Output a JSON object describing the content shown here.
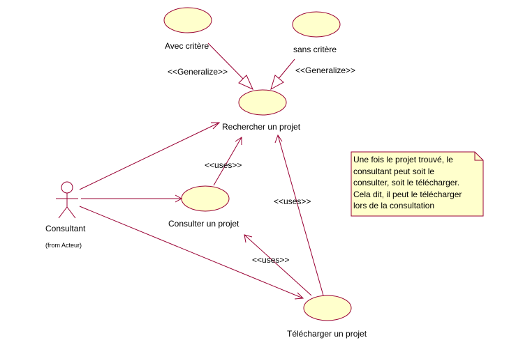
{
  "colors": {
    "usecase_fill": "#ffffcc",
    "stroke": "#990033",
    "note_fill": "#ffffcc"
  },
  "actor": {
    "name": "Consultant",
    "from": "(from Acteur)"
  },
  "use_cases": {
    "avec_critere": "Avec critère",
    "sans_critere": "sans critère",
    "rechercher": "Rechercher un projet",
    "consulter": "Consulter un projet",
    "telecharger": "Télécharger un projet"
  },
  "relations": {
    "generalize_left": "<<Generalize>>",
    "generalize_right": "<<Generalize>>",
    "uses_consulter_rechercher": "<<uses>>",
    "uses_telecharger_rechercher": "<<uses>>",
    "uses_telecharger_consulter": "<<uses>>"
  },
  "note": {
    "lines": [
      "Une fois le projet trouvé, le",
      "consultant peut soit le",
      "consulter, soit le télécharger.",
      "Cela dit, il peut le télécharger",
      "lors de la consultation"
    ]
  }
}
